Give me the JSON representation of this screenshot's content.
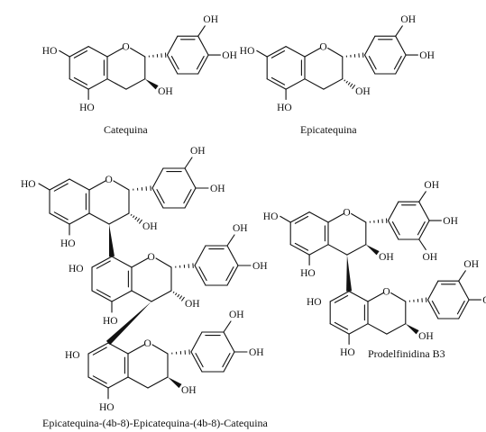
{
  "figure": {
    "structures": [
      {
        "id": "catequina",
        "caption": "Catequina"
      },
      {
        "id": "epicatequina",
        "caption": "Epicatequina"
      },
      {
        "id": "trimer",
        "caption": "Epicatequina-(4b-8)-Epicatequina-(4b-8)-Catequina"
      },
      {
        "id": "prodelfinidina",
        "caption": "Prodelfinidina B3"
      }
    ],
    "labels": {
      "hydroxyl_left": "HO",
      "hydroxyl_right": "OH",
      "ring_oxygen": "O"
    }
  }
}
